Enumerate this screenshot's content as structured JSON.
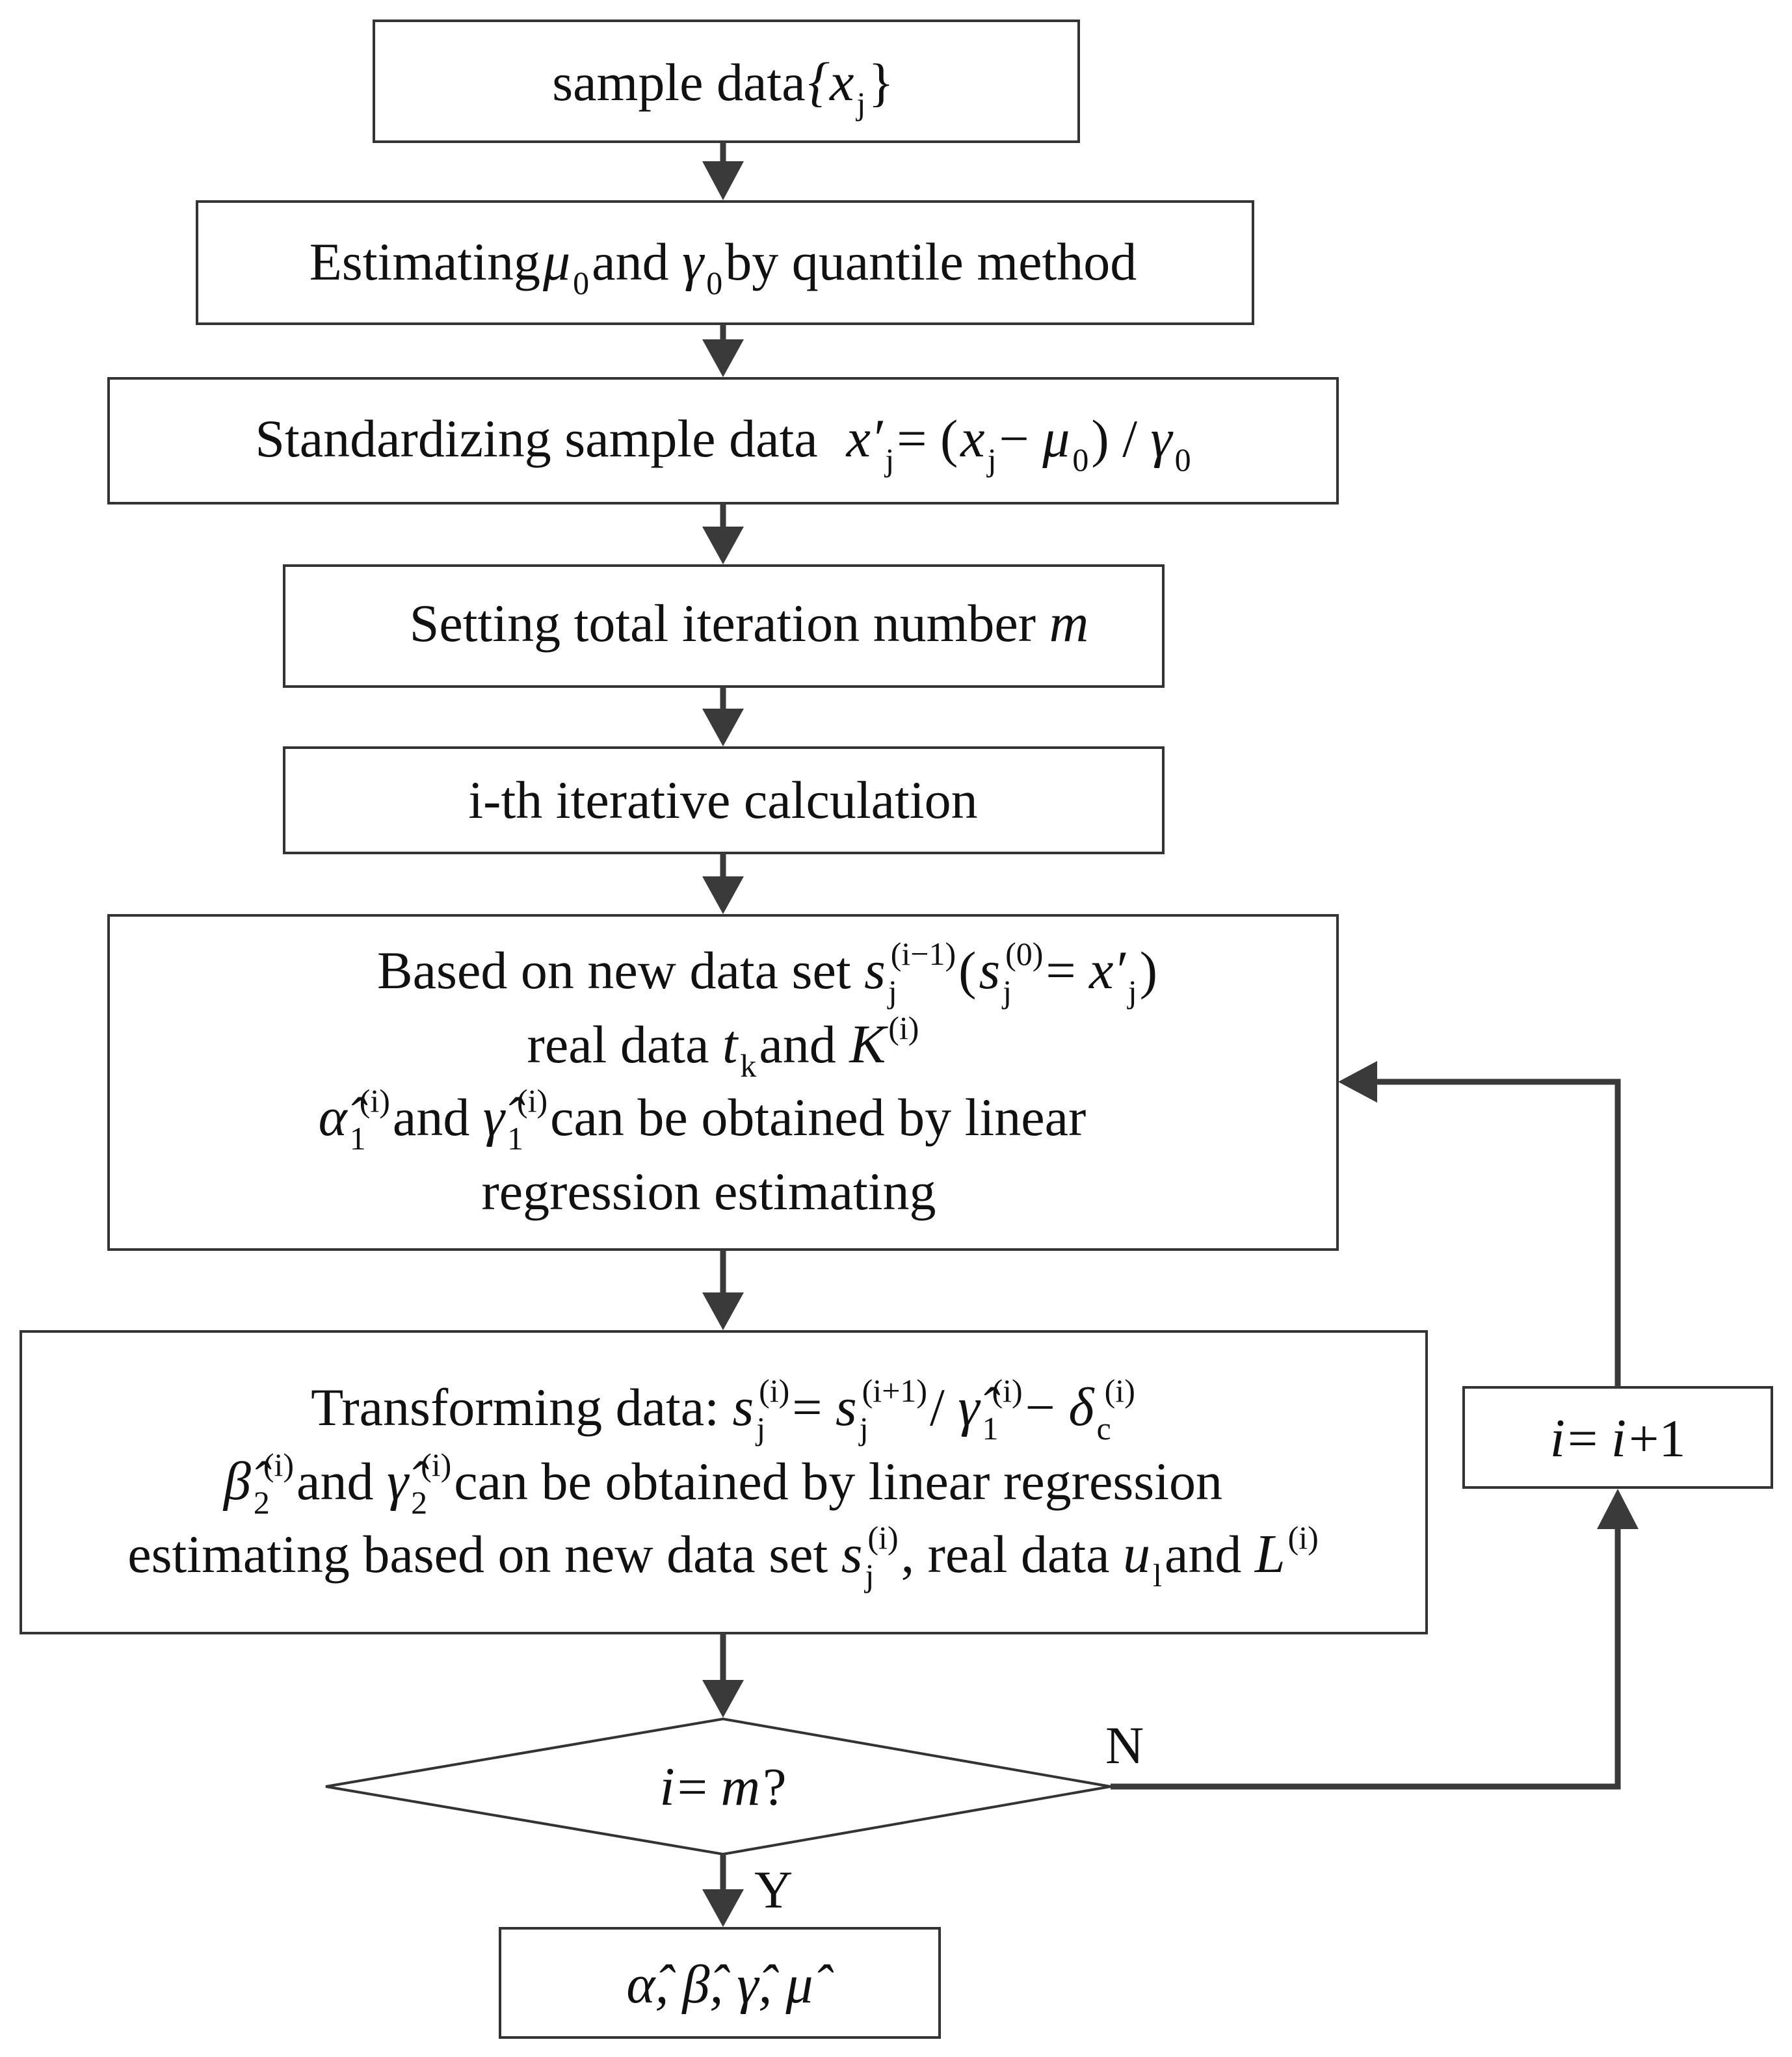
{
  "nodes": {
    "sample": {
      "text": "sample data",
      "math": "{x",
      "sub": "j",
      "close": "}"
    },
    "estimate": {
      "t1": "Estimating",
      "m1": "μ",
      "s1": "0",
      "t2": " and ",
      "m2": "γ",
      "s2": "0",
      "t3": " by quantile method"
    },
    "standardize": {
      "t1": "Standardizing sample data",
      "m1": "x′",
      "s1": "j",
      "t2": " = (",
      "m2": "x",
      "s2": "j",
      "t3": " − ",
      "m3": "μ",
      "s3": "0",
      "t4": ") / ",
      "m4": "γ",
      "s4": "0"
    },
    "setting": {
      "t1": "Setting total iteration number ",
      "m1": "m"
    },
    "iterative": {
      "t1": "i-th iterative calculation"
    },
    "based": {
      "l1_t1": "Based on new data set ",
      "l1_m1": "s",
      "l1_sub1": "j",
      "l1_sup1": "(i−1)",
      "l1_t2": "(",
      "l1_m2": "s",
      "l1_sub2": "j",
      "l1_sup2": "(0)",
      "l1_t3": " = ",
      "l1_m3": "x′",
      "l1_sub3": "j",
      "l1_t4": ")",
      "l2_t1": "real data  ",
      "l2_m1": "t",
      "l2_sub1": "k",
      "l2_t2": "  and ",
      "l2_m2": "K",
      "l2_sup2": "(i)",
      "l3_m1": "α̂",
      "l3_sub1": "1",
      "l3_sup1": "(i)",
      "l3_t1": "and ",
      "l3_m2": "γ̂",
      "l3_sub2": "1",
      "l3_sup2": "(i)",
      "l3_t2": "can be obtained by linear",
      "l4": "regression estimating"
    },
    "transform": {
      "l1_t1": "Transforming data: ",
      "l1_m1": "s",
      "l1_sub1": "j",
      "l1_sup1": "(i)",
      "l1_t2": " = ",
      "l1_m2": "s",
      "l1_sub2": "j",
      "l1_sup2": "(i+1)",
      "l1_t3": " / ",
      "l1_m3": "γ̂",
      "l1_sub3": "1",
      "l1_sup3": "(i)",
      "l1_t4": " − ",
      "l1_m4": "δ",
      "l1_sub4": "c",
      "l1_sup4": "(i)",
      "l2_m1": "β̂",
      "l2_sub1": "2",
      "l2_sup1": "(i)",
      "l2_t1": " and  ",
      "l2_m2": "γ̂",
      "l2_sub2": "2",
      "l2_sup2": "(i)",
      "l2_t2": "  can be obtained by linear regression",
      "l3_t1": "estimating based on new data set ",
      "l3_m1": "s",
      "l3_sub1": "j",
      "l3_sup1": "(i)",
      "l3_t2": ", real data ",
      "l3_m2": "u",
      "l3_sub2": "l",
      "l3_t3": " and  ",
      "l3_m3": "L",
      "l3_sup3": "(i)"
    },
    "decision": {
      "m1": "i",
      "t1": " = ",
      "m2": "m",
      "t2": "?"
    },
    "increment": {
      "m1": "i",
      "t1": " = ",
      "m2": "i",
      "t2": " +1"
    },
    "result": {
      "m1": "α̂, β̂, γ̂, μ̂"
    }
  },
  "edges": {
    "no_label": "N",
    "yes_label": "Y"
  }
}
